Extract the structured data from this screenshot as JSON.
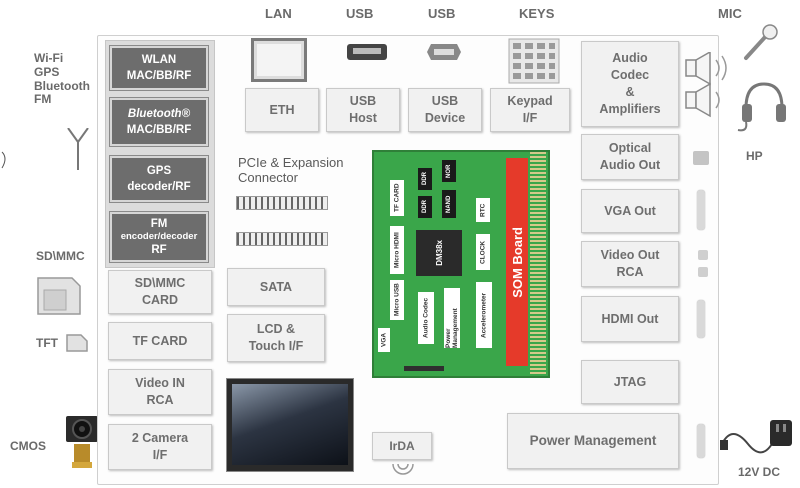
{
  "top_labels": {
    "lan": "LAN",
    "usb1": "USB",
    "usb2": "USB",
    "keys": "KEYS",
    "mic": "MIC"
  },
  "left_labels": {
    "wireless": "Wi-Fi\nGPS\nBluetooth\nFM",
    "sdmmc": "SD\\MMC",
    "tft": "TFT",
    "cmos": "CMOS"
  },
  "right_labels": {
    "hp": "HP",
    "dc": "12V DC"
  },
  "dark_blocks": {
    "wlan": "WLAN\nMAC/BB/RF",
    "bluetooth_brand": "Bluetooth®",
    "bluetooth_rest": "MAC/BB/RF",
    "gps": "GPS\ndecoder/RF",
    "fm_title": "FM",
    "fm_sub": "encoder/decoder",
    "fm_rf": "RF"
  },
  "left_boxes": {
    "sdmmc_card": "SD\\MMC\nCARD",
    "tf_card": "TF CARD",
    "video_in": "Video IN\nRCA",
    "camera": "2 Camera\nI/F"
  },
  "mid_boxes": {
    "eth": "ETH",
    "usb_host": "USB\nHost",
    "usb_device": "USB\nDevice",
    "keypad": "Keypad\nI/F",
    "sata": "SATA",
    "lcd": "LCD &\nTouch I/F",
    "irda": "IrDA"
  },
  "pcie_label": "PCIe & Expansion\nConnector",
  "right_boxes": {
    "audio": "Audio\nCodec\n&\nAmplifiers",
    "optical": "Optical\nAudio Out",
    "vga": "VGA Out",
    "video_out": "Video Out\nRCA",
    "hdmi": "HDMI Out",
    "jtag": "JTAG",
    "power": "Power Management"
  },
  "som": {
    "title": "SOM Board",
    "tf_card": "TF CARD",
    "ddr1": "DDR",
    "nor": "NOR",
    "ddr2": "DDR",
    "nand": "NAND",
    "rtc": "RTC",
    "micro_hdmi": "Micro HDMI",
    "dm": "DM38x",
    "clock": "CLOCK",
    "micro_usb": "Micro USB",
    "vga": "VGA",
    "audio_codec": "Audio Codec",
    "power_mgmt": "Power Management",
    "accelerometer": "Accelerometer"
  },
  "colors": {
    "dark_block": "#6d6d6d",
    "box": "#f1f1f1",
    "som_green": "#3aa64a",
    "som_red": "#e53a2a"
  }
}
